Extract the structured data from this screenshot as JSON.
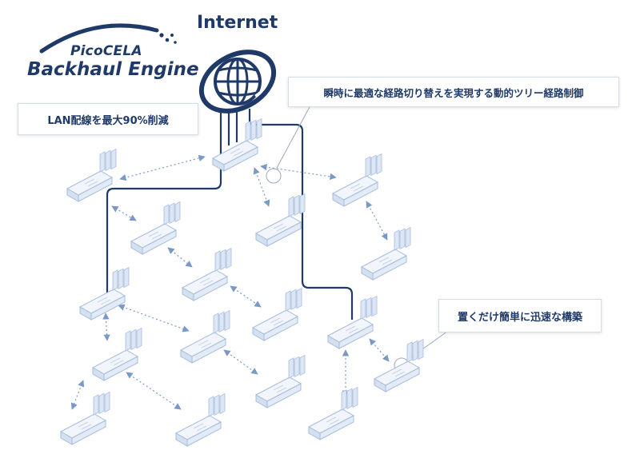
{
  "brand": {
    "company": "PicoCELA",
    "product": "Backhaul Engine"
  },
  "internet_label": "Internet",
  "callouts": {
    "lan_reduction": "LAN配線を最大90%削減",
    "instant_switch": "瞬時に最適な経路切り替えを実現する動的ツリー経路制御",
    "easy_build": "置くだけ簡単に迅速な構築"
  },
  "colors": {
    "primary": "#1f3a68",
    "link_arrow": "#7a98c8",
    "device_body": "#eef3fa",
    "device_outline": "#9db3d6"
  },
  "icons": [
    "globe-icon",
    "access-point-icon"
  ]
}
